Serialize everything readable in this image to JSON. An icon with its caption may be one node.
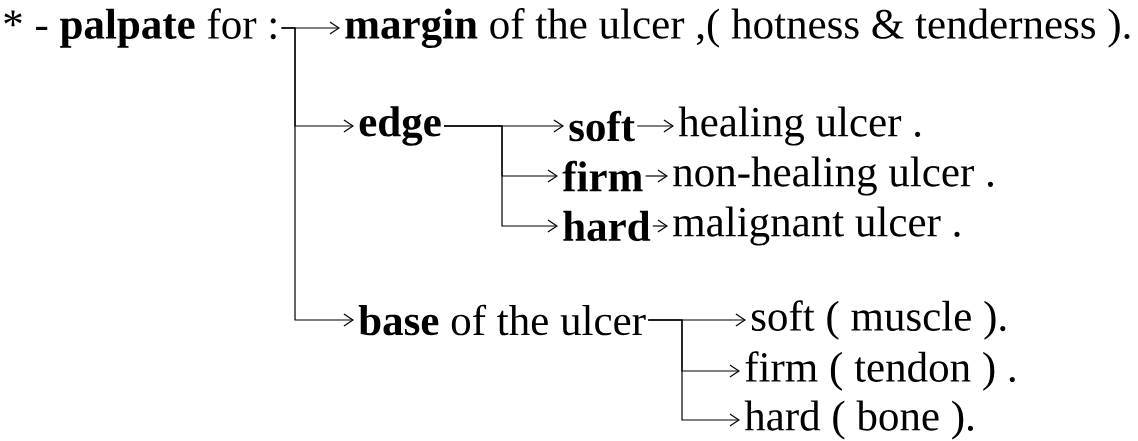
{
  "diagram": {
    "nodes": [
      {
        "text": [
          "* - **palpate** for :"
        ]
      },
      {
        "text": [
          "**margin** of the ulcer ,( hotness & tenderness )."
        ]
      },
      {
        "text": [
          "edge"
        ]
      },
      {
        "text": [
          "soft"
        ]
      },
      {
        "text": [
          "healing ulcer ."
        ]
      },
      {
        "text": [
          "firm"
        ]
      },
      {
        "text": [
          "non-healing ulcer ."
        ]
      },
      {
        "text": [
          "hard"
        ]
      },
      {
        "text": [
          "malignant ulcer ."
        ]
      },
      {
        "text": [
          "**base** of the ulcer"
        ]
      },
      {
        "text": [
          "soft ( muscle )."
        ]
      },
      {
        "text": [
          "firm ( tendon ) ."
        ]
      },
      {
        "text": [
          "hard ( bone )."
        ]
      }
    ],
    "edges": [
      {
        "from": 0,
        "to": 1,
        "arrow": "to"
      },
      {
        "from": 0,
        "to": 2,
        "arrow": "to"
      },
      {
        "from": 0,
        "to": 9,
        "arrow": "to"
      },
      {
        "from": 2,
        "to": 3,
        "arrow": "to"
      },
      {
        "from": 2,
        "to": 5,
        "arrow": "to"
      },
      {
        "from": 2,
        "to": 7,
        "arrow": "to"
      },
      {
        "from": 3,
        "to": 4,
        "arrow": "to"
      },
      {
        "from": 5,
        "to": 6,
        "arrow": "to"
      },
      {
        "from": 7,
        "to": 8,
        "arrow": "to"
      },
      {
        "from": 9,
        "to": 10,
        "arrow": "to"
      },
      {
        "from": 9,
        "to": 11,
        "arrow": "to"
      },
      {
        "from": 9,
        "to": 12,
        "arrow": "to"
      }
    ]
  }
}
